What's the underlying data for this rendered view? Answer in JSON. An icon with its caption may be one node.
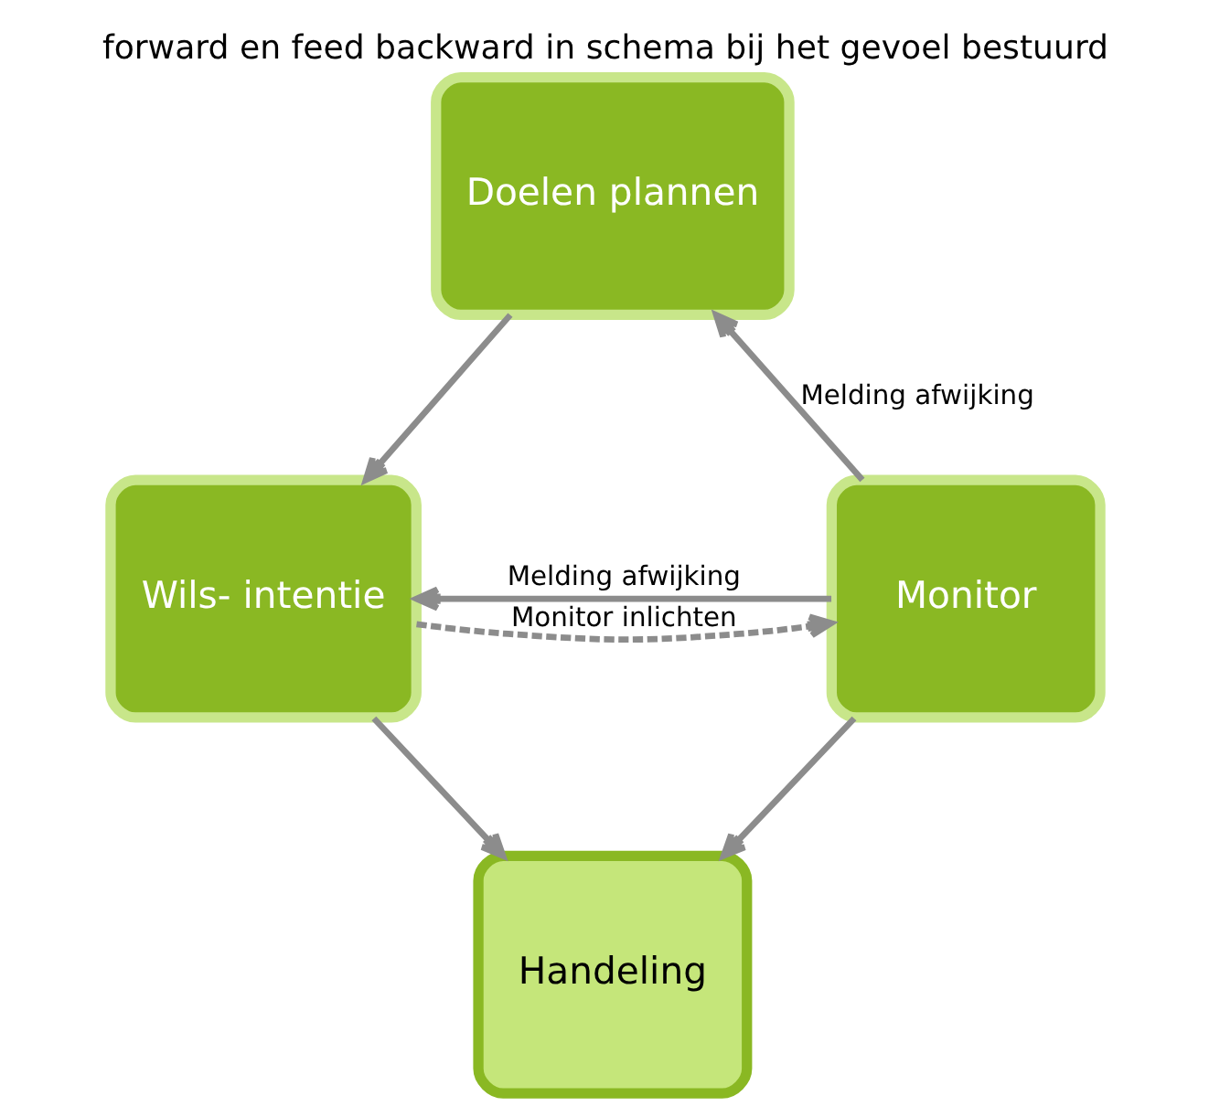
{
  "diagram": {
    "title": "forward en feed backward in schema bij het gevoel bestuurd",
    "nodes": [
      {
        "text": [
          "Doelen plannen"
        ]
      },
      {
        "text": [
          "Wils- intentie"
        ]
      },
      {
        "text": [
          "Monitor"
        ]
      },
      {
        "text": [
          "Handeling"
        ]
      }
    ],
    "edges": [
      {
        "from": 2,
        "to": 0,
        "arrow": "to",
        "label": "Melding afwijking"
      },
      {
        "from": 0,
        "to": 1,
        "arrow": "to"
      },
      {
        "from": 1,
        "to": 2,
        "arrow": "to",
        "style": "dashed",
        "label": "Monitor inlichten"
      },
      {
        "from": 2,
        "to": 1,
        "arrow": "to",
        "label": "Melding afwijking"
      },
      {
        "from": 2,
        "to": 3,
        "arrow": "to"
      },
      {
        "from": 1,
        "to": 3,
        "arrow": "to"
      }
    ]
  }
}
